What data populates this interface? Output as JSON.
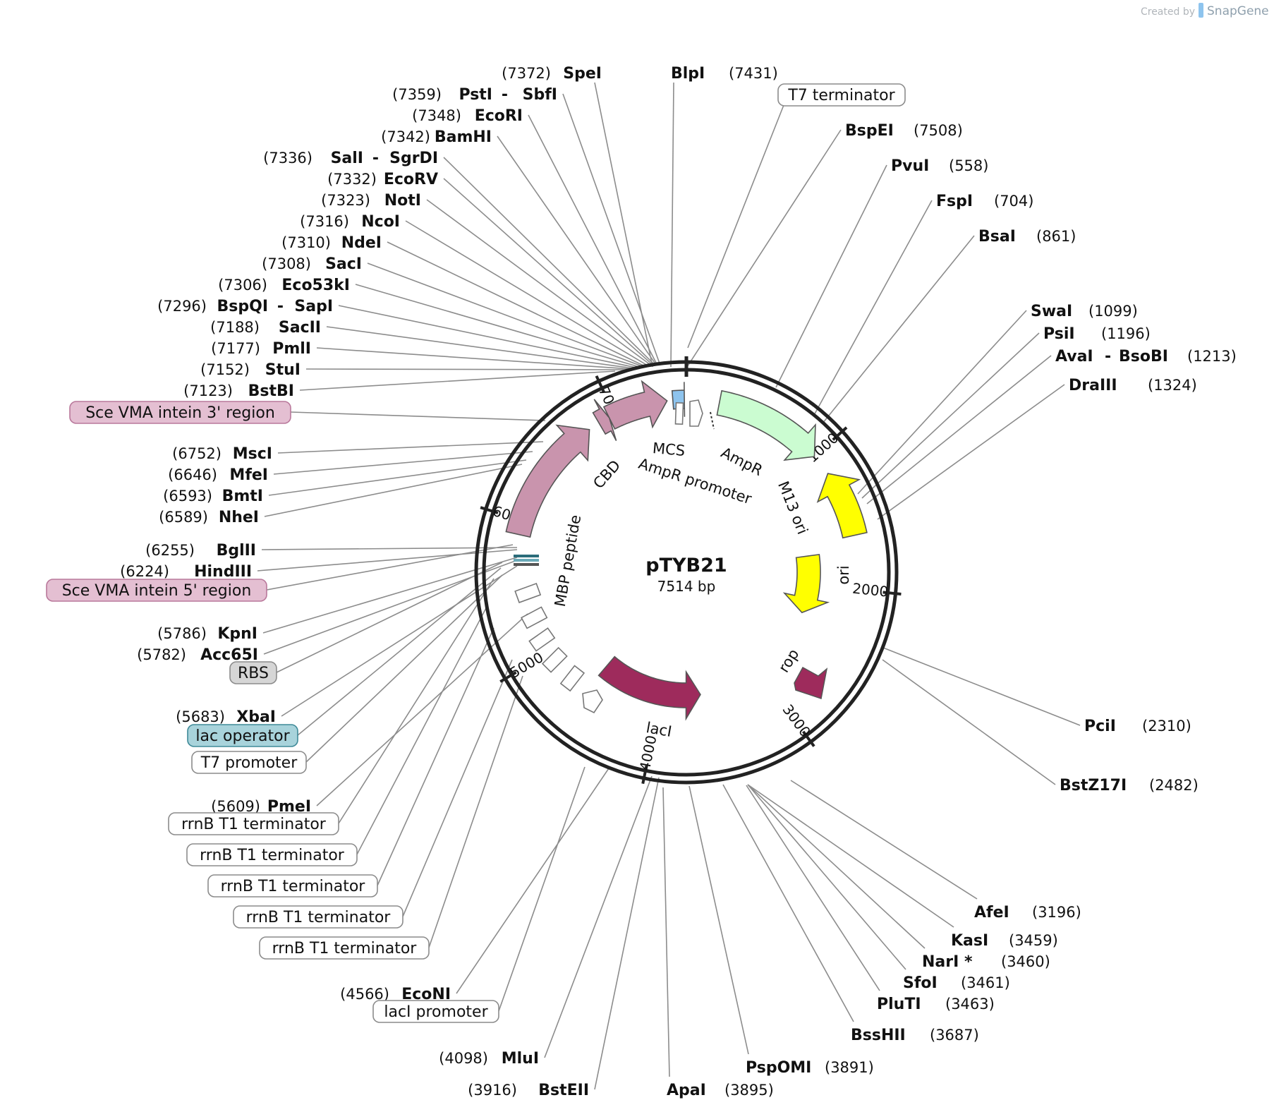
{
  "credit": {
    "prefix": "Created by",
    "brand": "SnapGene"
  },
  "plasmid": {
    "name": "pTYB21",
    "length_label": "7514 bp",
    "length": 7514
  },
  "ticks": [
    {
      "pos": 1000,
      "label": "1000"
    },
    {
      "pos": 2000,
      "label": "2000"
    },
    {
      "pos": 3000,
      "label": "3000"
    },
    {
      "pos": 4000,
      "label": "4000"
    },
    {
      "pos": 5000,
      "label": "5000"
    },
    {
      "pos": 6000,
      "label": "6000"
    },
    {
      "pos": 7000,
      "label": "7000"
    }
  ],
  "colors": {
    "ampr": "#cbfcd1",
    "ori": "#ffff00",
    "mbp": "#c994ad",
    "mcs": "#8ec4ee",
    "laci": "#9e2b5c",
    "rop": "#9e2b5c",
    "intein_box": "#e4bfd2",
    "rbs_box": "#d6d6d6",
    "lacop_box": "#a8d3db"
  },
  "features": [
    {
      "name": "AmpR",
      "start": 230,
      "end": 1000,
      "color": "#cbfcd1",
      "label": "AmpR"
    },
    {
      "name": "AmpR promoter",
      "start": 130,
      "end": 220,
      "color": "#ffffff",
      "label": "AmpR promoter"
    },
    {
      "name": "M13 ori",
      "start": 1150,
      "end": 1620,
      "color": "#ffff00",
      "label": "M13 ori"
    },
    {
      "name": "ori",
      "start": 1720,
      "end": 2280,
      "color": "#ffff00",
      "label": "ori"
    },
    {
      "name": "rop",
      "start": 2830,
      "end": 3020,
      "color": "#9e2b5c",
      "label": "rop"
    },
    {
      "name": "lacI",
      "start": 3620,
      "end": 4600,
      "color": "#9e2b5c",
      "label": "lacI"
    },
    {
      "name": "MBP peptide",
      "start": 5900,
      "end": 6800,
      "color": "#c994ad",
      "label": "MBP peptide"
    },
    {
      "name": "CBD",
      "start": 6960,
      "end": 7380,
      "color": "#c994ad",
      "label": "CBD"
    },
    {
      "name": "MCS",
      "start": 7420,
      "end": 7500,
      "color": "#8ec4ee",
      "label": "MCS"
    }
  ],
  "sites_left": [
    {
      "name": "SpeI",
      "pos": "(7372)"
    },
    {
      "name": "PstI",
      "name2": "SbfI",
      "pos": "(7359)"
    },
    {
      "name": "EcoRI",
      "pos": "(7348)"
    },
    {
      "name": "BamHI",
      "pos": "(7342)"
    },
    {
      "name": "SalI",
      "name2": "SgrDI",
      "pos": "(7336)"
    },
    {
      "name": "EcoRV",
      "pos": "(7332)"
    },
    {
      "name": "NotI",
      "pos": "(7323)"
    },
    {
      "name": "NcoI",
      "pos": "(7316)"
    },
    {
      "name": "NdeI",
      "pos": "(7310)"
    },
    {
      "name": "SacI",
      "pos": "(7308)"
    },
    {
      "name": "Eco53kI",
      "pos": "(7306)"
    },
    {
      "name": "BspQI",
      "name2": "SapI",
      "pos": "(7296)"
    },
    {
      "name": "SacII",
      "pos": "(7188)"
    },
    {
      "name": "PmlI",
      "pos": "(7177)"
    },
    {
      "name": "StuI",
      "pos": "(7152)"
    },
    {
      "name": "BstBI",
      "pos": "(7123)"
    },
    {
      "name": "MscI",
      "pos": "(6752)"
    },
    {
      "name": "MfeI",
      "pos": "(6646)"
    },
    {
      "name": "BmtI",
      "pos": "(6593)"
    },
    {
      "name": "NheI",
      "pos": "(6589)"
    },
    {
      "name": "BglII",
      "pos": "(6255)"
    },
    {
      "name": "HindIII",
      "pos": "(6224)"
    },
    {
      "name": "KpnI",
      "pos": "(5786)"
    },
    {
      "name": "Acc65I",
      "pos": "(5782)"
    },
    {
      "name": "XbaI",
      "pos": "(5683)"
    },
    {
      "name": "PmeI",
      "pos": "(5609)"
    },
    {
      "name": "EcoNI",
      "pos": "(4566)"
    },
    {
      "name": "MluI",
      "pos": "(4098)"
    },
    {
      "name": "BstEII",
      "pos": "(3916)"
    }
  ],
  "sites_right": [
    {
      "name": "BlpI",
      "pos": "(7431)"
    },
    {
      "name": "BspEI",
      "pos": "(7508)"
    },
    {
      "name": "PvuI",
      "pos": "(558)"
    },
    {
      "name": "FspI",
      "pos": "(704)"
    },
    {
      "name": "BsaI",
      "pos": "(861)"
    },
    {
      "name": "SwaI",
      "pos": "(1099)"
    },
    {
      "name": "PsiI",
      "pos": "(1196)"
    },
    {
      "name": "AvaI",
      "name2": "BsoBI",
      "pos": "(1213)"
    },
    {
      "name": "DraIII",
      "pos": "(1324)"
    },
    {
      "name": "PciI",
      "pos": "(2310)"
    },
    {
      "name": "BstZ17I",
      "pos": "(2482)"
    },
    {
      "name": "AfeI",
      "pos": "(3196)"
    },
    {
      "name": "KasI",
      "pos": "(3459)"
    },
    {
      "name": "NarI *",
      "pos": "(3460)"
    },
    {
      "name": "SfoI",
      "pos": "(3461)"
    },
    {
      "name": "PluTI",
      "pos": "(3463)"
    },
    {
      "name": "BssHII",
      "pos": "(3687)"
    },
    {
      "name": "PspOMI",
      "pos": "(3891)"
    },
    {
      "name": "ApaI",
      "pos": "(3895)"
    }
  ],
  "boxed_labels": [
    {
      "text": "T7 terminator",
      "style": "plain"
    },
    {
      "text": "Sce VMA intein 3' region",
      "style": "intein"
    },
    {
      "text": "Sce VMA intein 5' region",
      "style": "intein"
    },
    {
      "text": "RBS",
      "style": "rbs"
    },
    {
      "text": "lac operator",
      "style": "lacop"
    },
    {
      "text": "T7 promoter",
      "style": "plain"
    },
    {
      "text": "rrnB T1 terminator",
      "style": "plain"
    },
    {
      "text": "rrnB T1 terminator",
      "style": "plain"
    },
    {
      "text": "rrnB T1 terminator",
      "style": "plain"
    },
    {
      "text": "rrnB T1 terminator",
      "style": "plain"
    },
    {
      "text": "rrnB T1 terminator",
      "style": "plain"
    },
    {
      "text": "lacI promoter",
      "style": "plain"
    }
  ]
}
